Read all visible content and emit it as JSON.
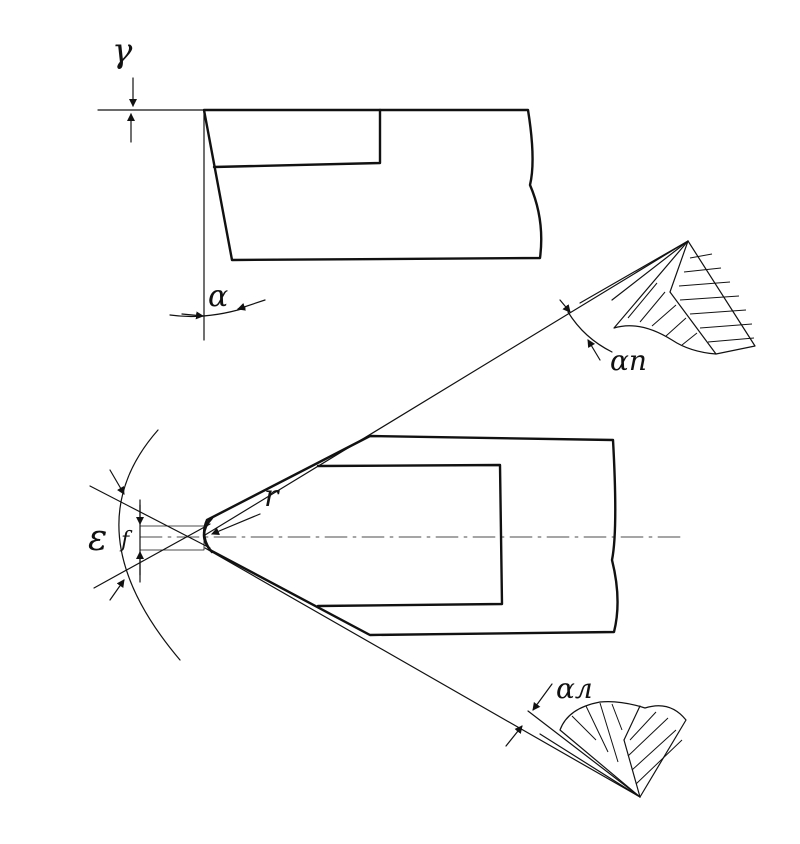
{
  "labels": {
    "gamma": "γ",
    "alpha": "α",
    "alpha_p": "αп",
    "alpha_l": "αл",
    "epsilon": "ε",
    "radius": "r",
    "f": "f"
  }
}
